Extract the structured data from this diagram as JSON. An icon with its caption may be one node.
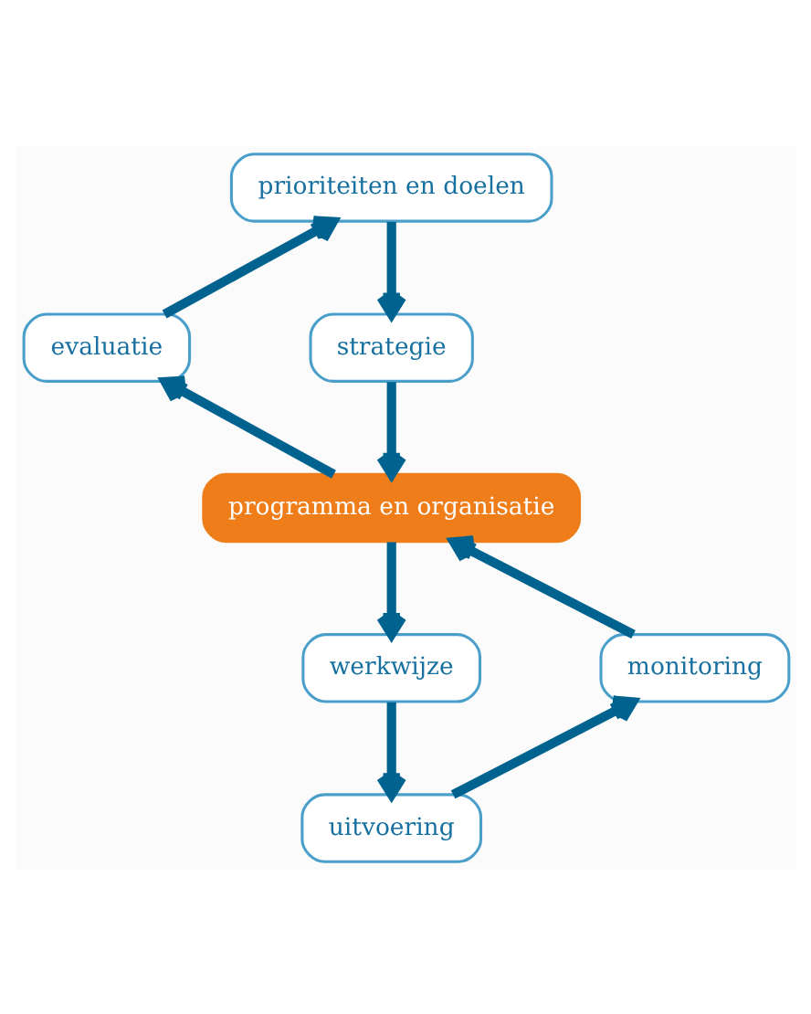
{
  "diagram": {
    "nodes": [
      {
        "text": [
          "prioriteiten en doelen"
        ]
      },
      {
        "text": [
          "evaluatie"
        ]
      },
      {
        "text": [
          "strategie"
        ]
      },
      {
        "text": [
          "programma en organisatie"
        ]
      },
      {
        "text": [
          "werkwijze"
        ]
      },
      {
        "text": [
          "monitoring"
        ]
      },
      {
        "text": [
          "uitvoering"
        ]
      }
    ],
    "edges": [
      {
        "from": 0,
        "to": 2,
        "arrow": "to"
      },
      {
        "from": 2,
        "to": 3,
        "arrow": "to"
      },
      {
        "from": 3,
        "to": 1,
        "arrow": "to"
      },
      {
        "from": 1,
        "to": 0,
        "arrow": "to"
      },
      {
        "from": 3,
        "to": 4,
        "arrow": "to"
      },
      {
        "from": 4,
        "to": 6,
        "arrow": "to"
      },
      {
        "from": 6,
        "to": 5,
        "arrow": "to"
      },
      {
        "from": 5,
        "to": 3,
        "arrow": "to"
      }
    ]
  }
}
